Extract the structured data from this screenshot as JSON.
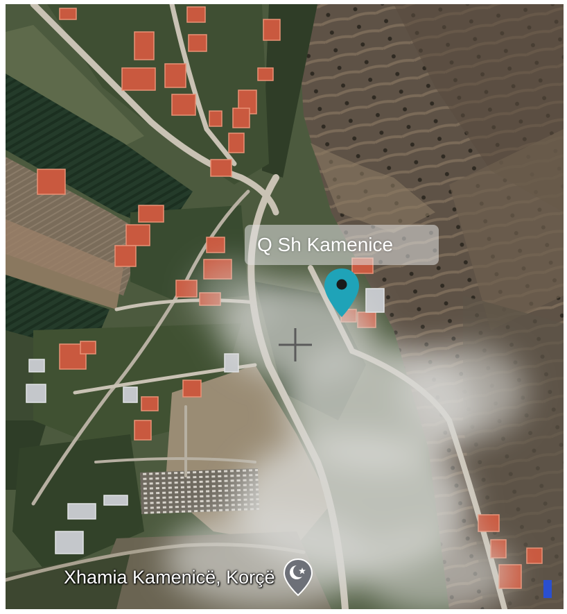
{
  "map": {
    "view": "satellite",
    "selected_place": {
      "label": "Q Sh Kamenice",
      "marker_color": "#1fa3b8",
      "icon": "location-pin-icon"
    },
    "center_marker": {
      "icon": "crosshair-icon"
    },
    "poi": {
      "label": "Xhamia Kamenicë, Korçë",
      "icon": "mosque-crescent-icon",
      "icon_color": "#6d7078"
    }
  }
}
